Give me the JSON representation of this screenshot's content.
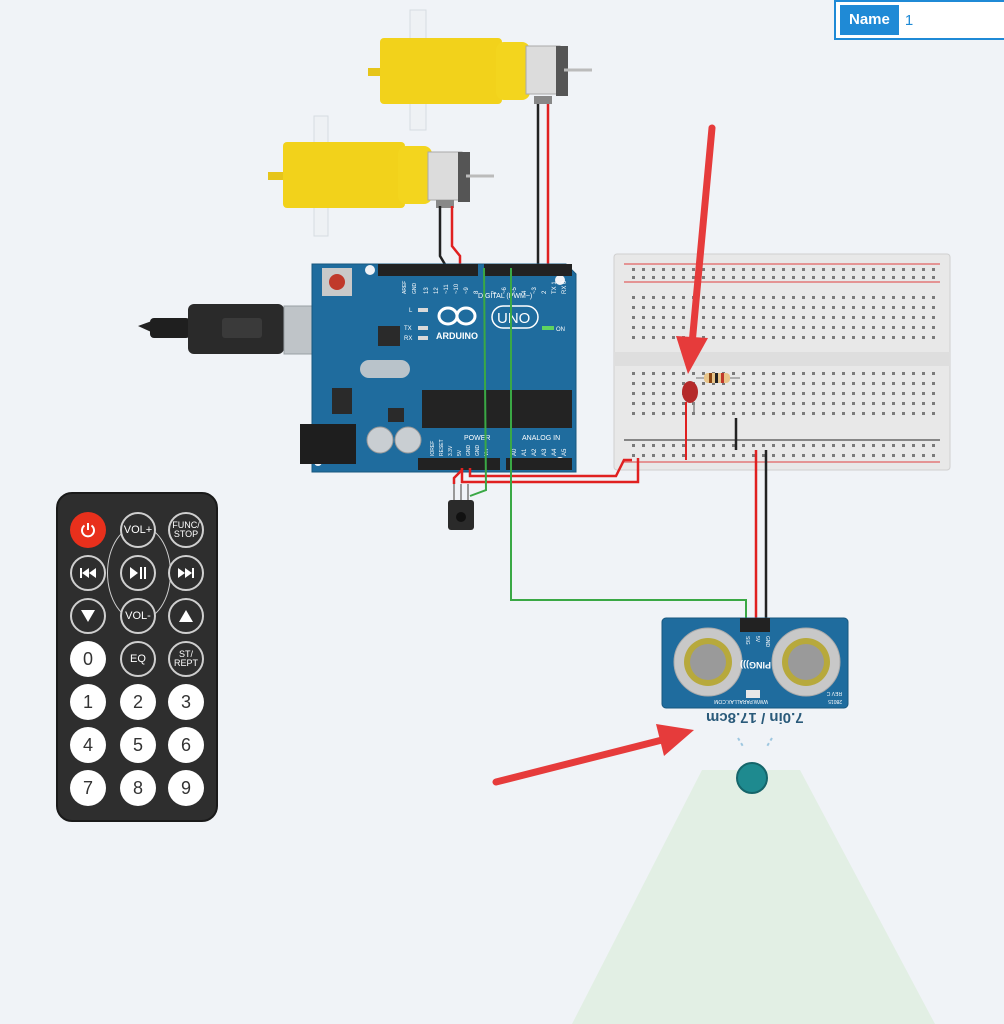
{
  "name_field": {
    "label": "Name",
    "value": "1"
  },
  "arduino": {
    "brand": "ARDUINO",
    "model": "UNO",
    "on_label": "ON",
    "header_digital": "DIGITAL (PWM~)",
    "header_power": "POWER",
    "header_analog": "ANALOG IN",
    "led_l": "L",
    "led_tx": "TX",
    "led_rx": "RX",
    "aref": "AREF",
    "gnd": "GND",
    "pins_top": [
      "13",
      "12",
      "~11",
      "~10",
      "~9",
      "8",
      "7",
      "~6",
      "~5",
      "4",
      "~3",
      "2",
      "TX 1",
      "RX 0"
    ],
    "pins_power": [
      "IOREF",
      "RESET",
      "3.3V",
      "5V",
      "GND",
      "GND",
      "Vin"
    ],
    "pins_analog": [
      "A0",
      "A1",
      "A2",
      "A3",
      "A4",
      "A5"
    ]
  },
  "sensor": {
    "model": "PING)))",
    "brand_line": "WWW.PARALLAX.COM",
    "part": "28015",
    "rev": "REV C",
    "pins": [
      "GND",
      "5V",
      "SIG"
    ],
    "distance_readout": "7.0in / 17.8cm"
  },
  "remote": {
    "buttons": {
      "power": "",
      "vol_up": "VOL+",
      "func_stop": "FUNC/\nSTOP",
      "prev": "",
      "play_pause": "",
      "next": "",
      "down": "",
      "vol_down": "VOL-",
      "up": "",
      "zero": "0",
      "eq": "EQ",
      "st_rept": "ST/\nREPT",
      "one": "1",
      "two": "2",
      "three": "3",
      "four": "4",
      "five": "5",
      "six": "6",
      "seven": "7",
      "eight": "8",
      "nine": "9"
    }
  },
  "colors": {
    "wire_red": "#e02020",
    "wire_black": "#222222",
    "wire_green": "#3aa845",
    "arrow_red": "#e63b3b",
    "board_blue": "#1f6c9e",
    "motor_yellow": "#f2d21b"
  }
}
